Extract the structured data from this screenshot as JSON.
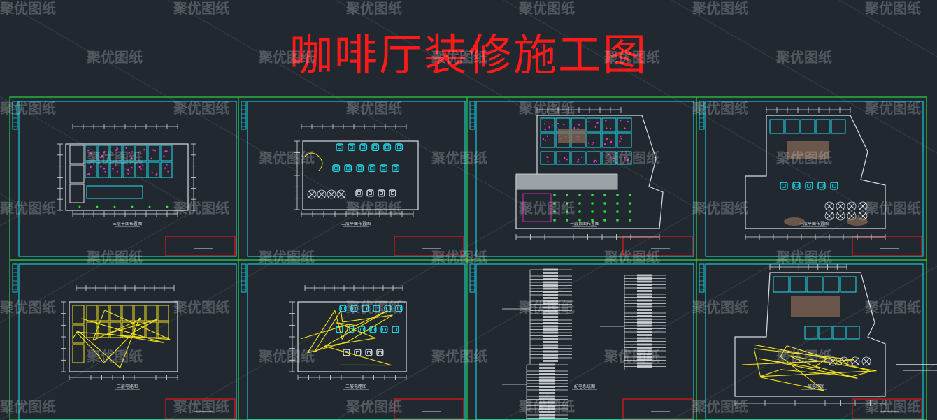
{
  "title": "咖啡厅装修施工图",
  "watermark": "聚优图纸",
  "colors": {
    "background": "#212830",
    "title": "#ff1a1a",
    "outer_frame": "#2cd640",
    "sheet_frame": "#19c8d8",
    "title_block": "#e01818",
    "drawing_cyan": "#21e0f0",
    "drawing_white": "#d8dde0",
    "drawing_yellow": "#f2e21c",
    "drawing_magenta": "#ff2bd6",
    "drawing_green": "#32e23a"
  },
  "sheets": [
    {
      "id": "sheet-1",
      "caption": "三层平面布置图",
      "kind": "plan-rooms"
    },
    {
      "id": "sheet-2",
      "caption": "二层平面布置图",
      "kind": "plan-tables"
    },
    {
      "id": "sheet-3",
      "caption": "一层顶面布置图",
      "kind": "plan-ceiling"
    },
    {
      "id": "sheet-4",
      "caption": "一层平面布置图",
      "kind": "plan-floor"
    },
    {
      "id": "sheet-5",
      "caption": "三层电路图",
      "kind": "plan-electric"
    },
    {
      "id": "sheet-6",
      "caption": "二层电路图",
      "kind": "plan-electric2"
    },
    {
      "id": "sheet-7",
      "caption": "配电系统图",
      "kind": "schedule"
    },
    {
      "id": "sheet-8",
      "caption": "一层电路图",
      "kind": "plan-electric3"
    }
  ]
}
